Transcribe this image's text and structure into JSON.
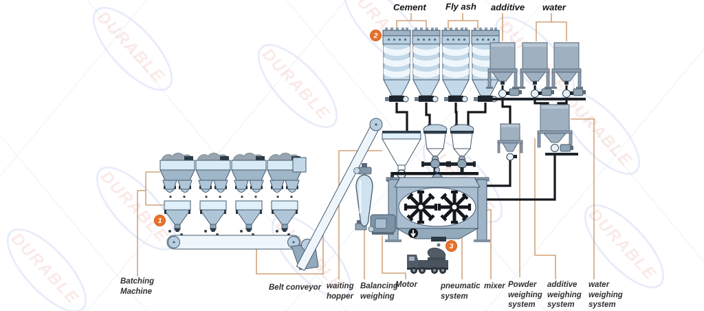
{
  "watermark": {
    "text": "DURABLE"
  },
  "badges": {
    "b1": "1",
    "b2": "2",
    "b3": "3"
  },
  "top_labels": {
    "cement": "Cement",
    "fly_ash": "Fly ash",
    "additive": "additive",
    "water": "water"
  },
  "bottom_labels": {
    "batching_machine": [
      "Batching",
      "Machine"
    ],
    "belt_conveyor": [
      "Belt conveyor"
    ],
    "waiting_hopper": [
      "waiting",
      "hopper"
    ],
    "balancing_weighing": [
      "Balancing",
      "weighing"
    ],
    "motor": [
      "Motor"
    ],
    "pneumatic_system": [
      "pneumatic",
      "system"
    ],
    "mixer": [
      "mixer"
    ],
    "powder_weighing": [
      "Powder",
      "weighing",
      "system"
    ],
    "additive_weighing": [
      "additive",
      "weighing",
      "system"
    ],
    "water_weighing": [
      "water",
      "weighing",
      "system"
    ]
  },
  "colors": {
    "badge_orange": "#e8722a",
    "leader_line": "#c68f5e",
    "pipe_black": "#14181c",
    "machine_outline": "#45586b",
    "machine_light_blue": "#c3d8e8",
    "machine_gray": "#9fb0c0",
    "watermark_red": "#d4382c",
    "watermark_blue": "#2b4fd4"
  }
}
